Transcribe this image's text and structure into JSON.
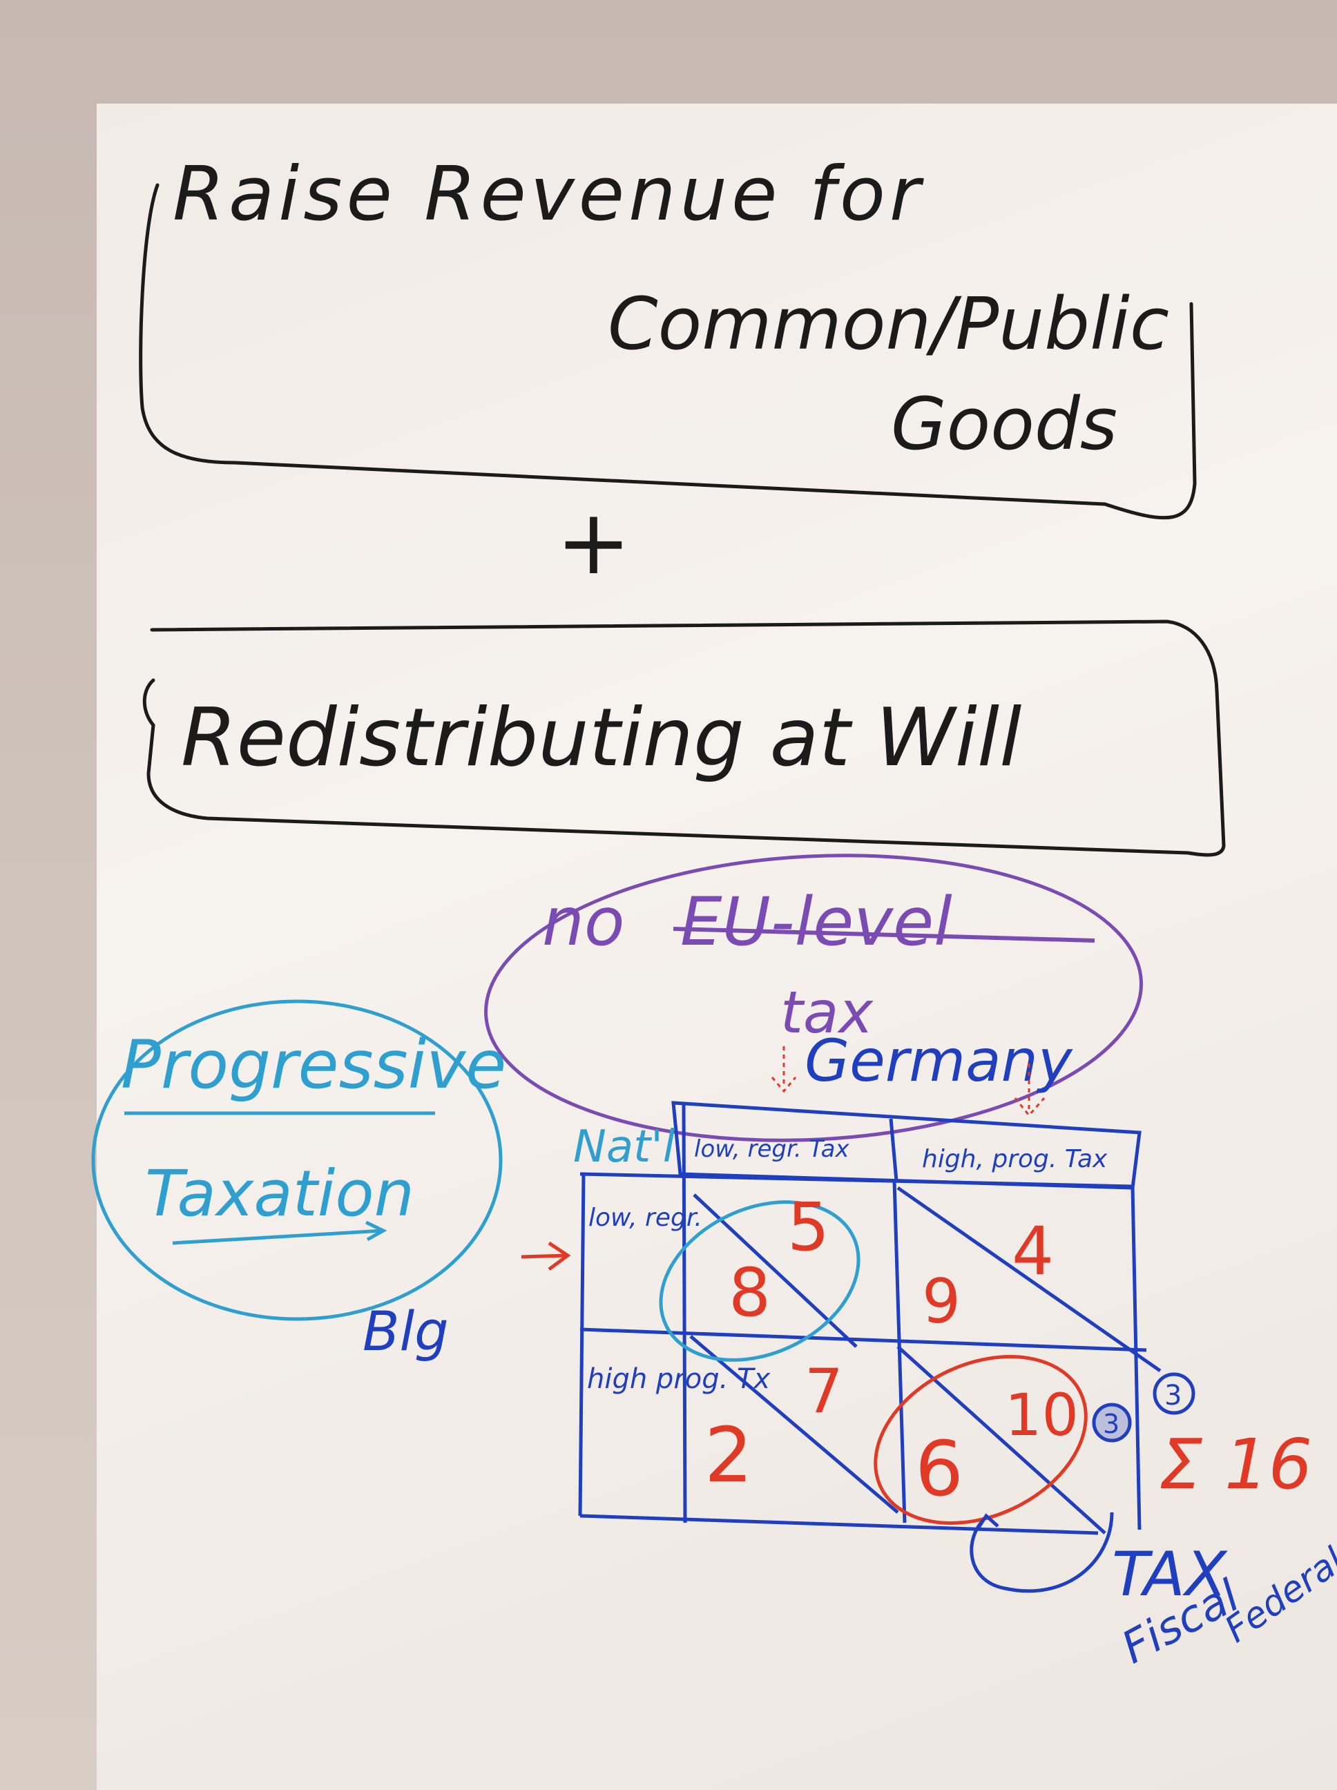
{
  "top_box": {
    "line1": "Raise Revenue for",
    "line2": "Common/Public",
    "line3": "Goods"
  },
  "plus_sign": "+",
  "middle_box": {
    "text": "Redistributing at Will"
  },
  "oval": {
    "no": "no",
    "struck": "EU-level",
    "tax": "tax",
    "germany": "Germany"
  },
  "progressive": {
    "line1": "Progressive",
    "line2": "Taxation"
  },
  "note_blg": "Blg",
  "matrix": {
    "corner": "Nat'l",
    "col1": "low, regr. Tax",
    "col2": "high, prog. Tax",
    "row1": "low, regr.",
    "row2": "high prog. Tx",
    "cells": {
      "r1c1_upper": "5",
      "r1c1_lower": "8",
      "r1c2_upper": "4",
      "r1c2_lower": "9",
      "r2c1_upper": "7",
      "r2c1_lower": "2",
      "r2c2_upper": "10",
      "r2c2_lower": "6"
    },
    "sum": "Σ 16",
    "side_mark_1": "3",
    "side_mark_2": "3",
    "tax_label": "TAX",
    "fiscal_line1": "Fiscal",
    "fiscal_line2": "Federal"
  },
  "colors": {
    "black_marker": "#1b1b1b",
    "purple_marker": "#7a4bb3",
    "blue_marker": "#1f3fbf",
    "light_blue_marker": "#2f9fd0",
    "red_marker": "#e03a26"
  }
}
